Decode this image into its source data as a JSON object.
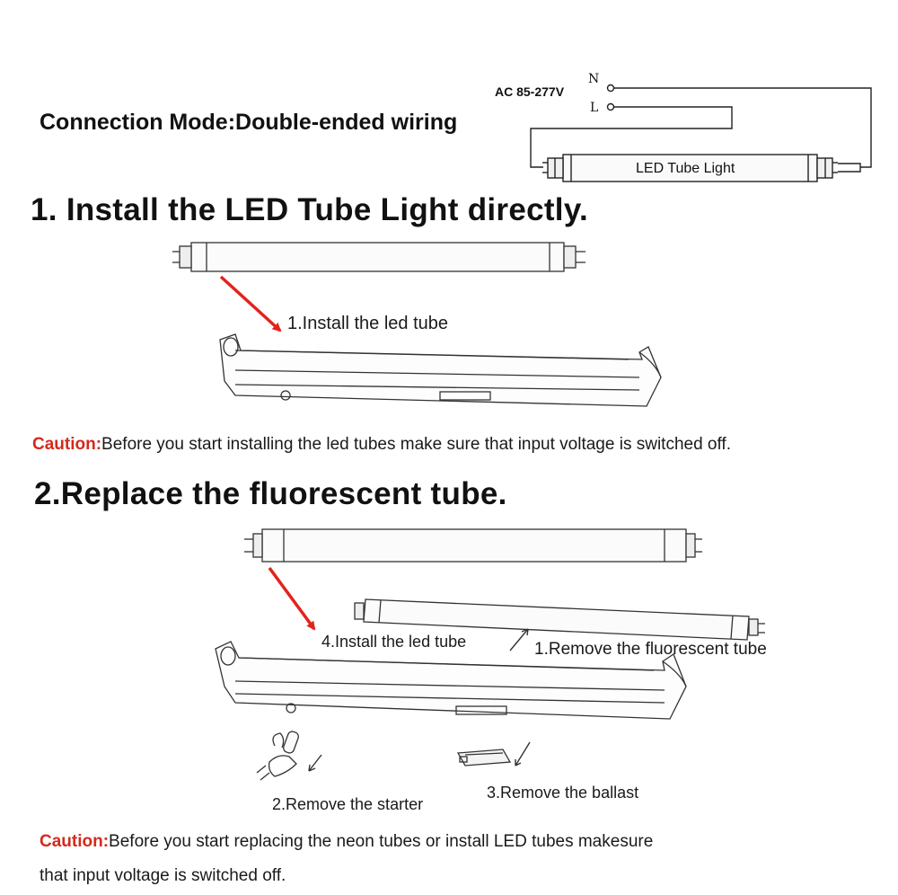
{
  "header": {
    "connection_mode": "Connection Mode:Double-ended wiring"
  },
  "wiring": {
    "voltage": "AC 85-277V",
    "neutral": "N",
    "live": "L",
    "tube_label": "LED Tube Light"
  },
  "step1": {
    "title": "1. Install the LED Tube Light directly.",
    "install_label": "1.Install the led tube",
    "caution_prefix": "Caution:",
    "caution_text": "Before you start installing the led tubes make sure that input voltage is switched off."
  },
  "step2": {
    "title": "2.Replace the fluorescent tube.",
    "install_label": "4.Install the led tube",
    "remove_fluorescent": "1.Remove the fluorescent tube",
    "remove_starter": "2.Remove the starter",
    "remove_ballast": "3.Remove the ballast",
    "caution_prefix": "Caution:",
    "caution_line1": "Before you start  replacing the neon tubes  or install LED tubes  makesure",
    "caution_line2": "that input  voltage is switched off."
  },
  "colors": {
    "arrow": "#e3231b",
    "caution": "#d42a1e"
  }
}
